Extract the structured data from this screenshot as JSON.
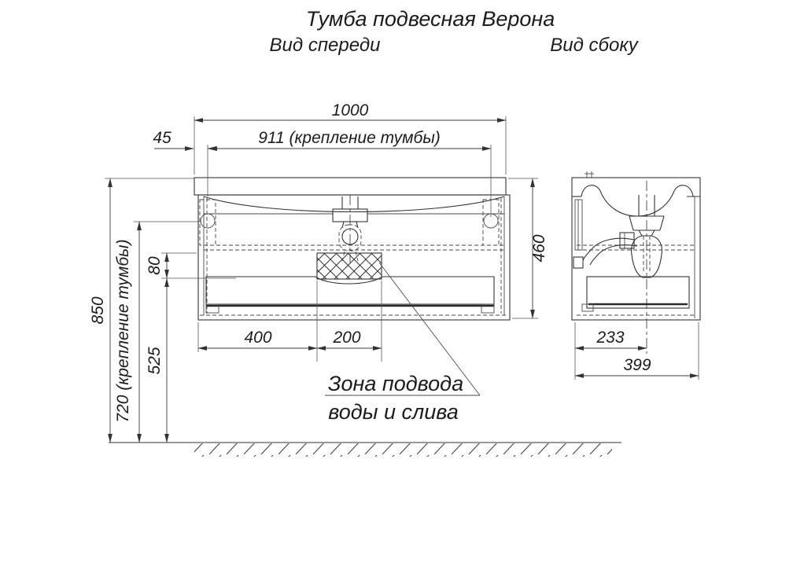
{
  "title": "Тумба подвесная Верона",
  "views": {
    "front_label": "Вид спереди",
    "side_label": "Вид сбоку"
  },
  "dims": {
    "width_overall": "1000",
    "width_mount": "911 (крепление тумбы)",
    "mount_offset": "45",
    "height_overall": "850",
    "height_mount": "720 (крепление тумбы)",
    "zone_height": "80",
    "floor_gap": "525",
    "cabinet_height": "460",
    "zone_left": "400",
    "zone_width": "200",
    "depth_mount": "233",
    "depth_overall": "399"
  },
  "annotation": {
    "line1": "Зона подвода",
    "line2": "воды и слива"
  },
  "colors": {
    "line": "#333333",
    "text": "#1c1c1c",
    "background": "#ffffff"
  }
}
